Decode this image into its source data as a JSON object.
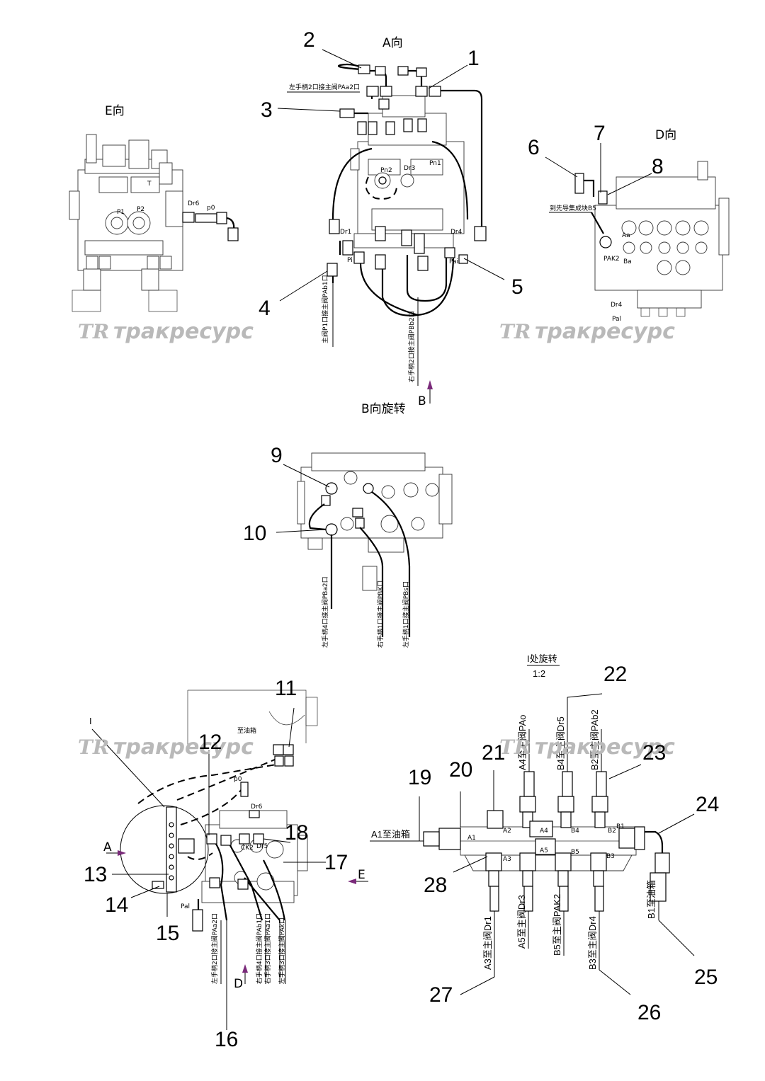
{
  "callouts": [
    "1",
    "2",
    "3",
    "4",
    "5",
    "6",
    "7",
    "8",
    "9",
    "10",
    "11",
    "12",
    "13",
    "14",
    "15",
    "16",
    "17",
    "18",
    "19",
    "20",
    "21",
    "22",
    "23",
    "24",
    "25",
    "26",
    "27",
    "28"
  ],
  "views": {
    "a": "A向",
    "e": "E向",
    "d": "D向",
    "b_rot": "B向旋转",
    "b_arrow": "B",
    "i_rot": "I处旋转",
    "i_scale": "1:2",
    "i_mark": "I",
    "a_arrow": "A",
    "e_arrow": "E",
    "d_arrow": "D"
  },
  "port_labels": {
    "p1": "P1",
    "p2": "P2",
    "dr6": "Dr6",
    "p0": "p0",
    "t": "T",
    "pn2": "Pn2",
    "dr3": "Dr3",
    "pn1": "Pn1",
    "dr1": "Dr1",
    "dr4": "Dr4",
    "pi": "Pi",
    "pai": "Pai",
    "aa": "Aa",
    "ba": "Ba",
    "pak2": "PAK2",
    "dr4d": "Dr4",
    "pal": "Pal",
    "a1": "A1",
    "a2": "A2",
    "a3": "A3",
    "a4": "A4",
    "a5": "A5",
    "b1": "B1",
    "b2": "B2",
    "b3": "B3",
    "b4": "B4",
    "b5": "B5",
    "ck2": "CK2",
    "dr5": "Dr5",
    "p0b": "p0",
    "dr6b": "Dr6",
    "palb": "Pal"
  },
  "notes": {
    "a_left_top": "左手柄2口接主阀PAa2口",
    "a_left_bottom": "主阀P1口接主阀PAb1口",
    "a_right_bottom": "右手柄2口接主阀PBb2口",
    "d_note": "到先导集成块B5",
    "b_n1": "左手柄4口接主阀PBa2口",
    "b_n2": "右手柄1口接主阀PBK口",
    "b_n3": "左手柄1口接主阀PBs口",
    "tank": "至油箱",
    "s1": "左手柄2口接主阀PAa2口",
    "s2": "右手柄4口接主阀PAb1口",
    "s3": "右手柄3口接主阀PAa1口",
    "s4": "左手柄3口接主阀PAk口",
    "i_a1": "A1至油箱",
    "i_b1": "B1至油箱",
    "i_top1": "A4至主阀PAo",
    "i_top2": "B4至主阀Dr5",
    "i_top3": "B2至主阀PAb2",
    "i_bot1": "A3至主阀Dr1",
    "i_bot2": "A5至主阀Dr3",
    "i_bot3": "B5至主阀PAK2",
    "i_bot4": "B3至主阀Dr4"
  },
  "watermark": {
    "logo": "TR",
    "text": "тракресурс"
  }
}
